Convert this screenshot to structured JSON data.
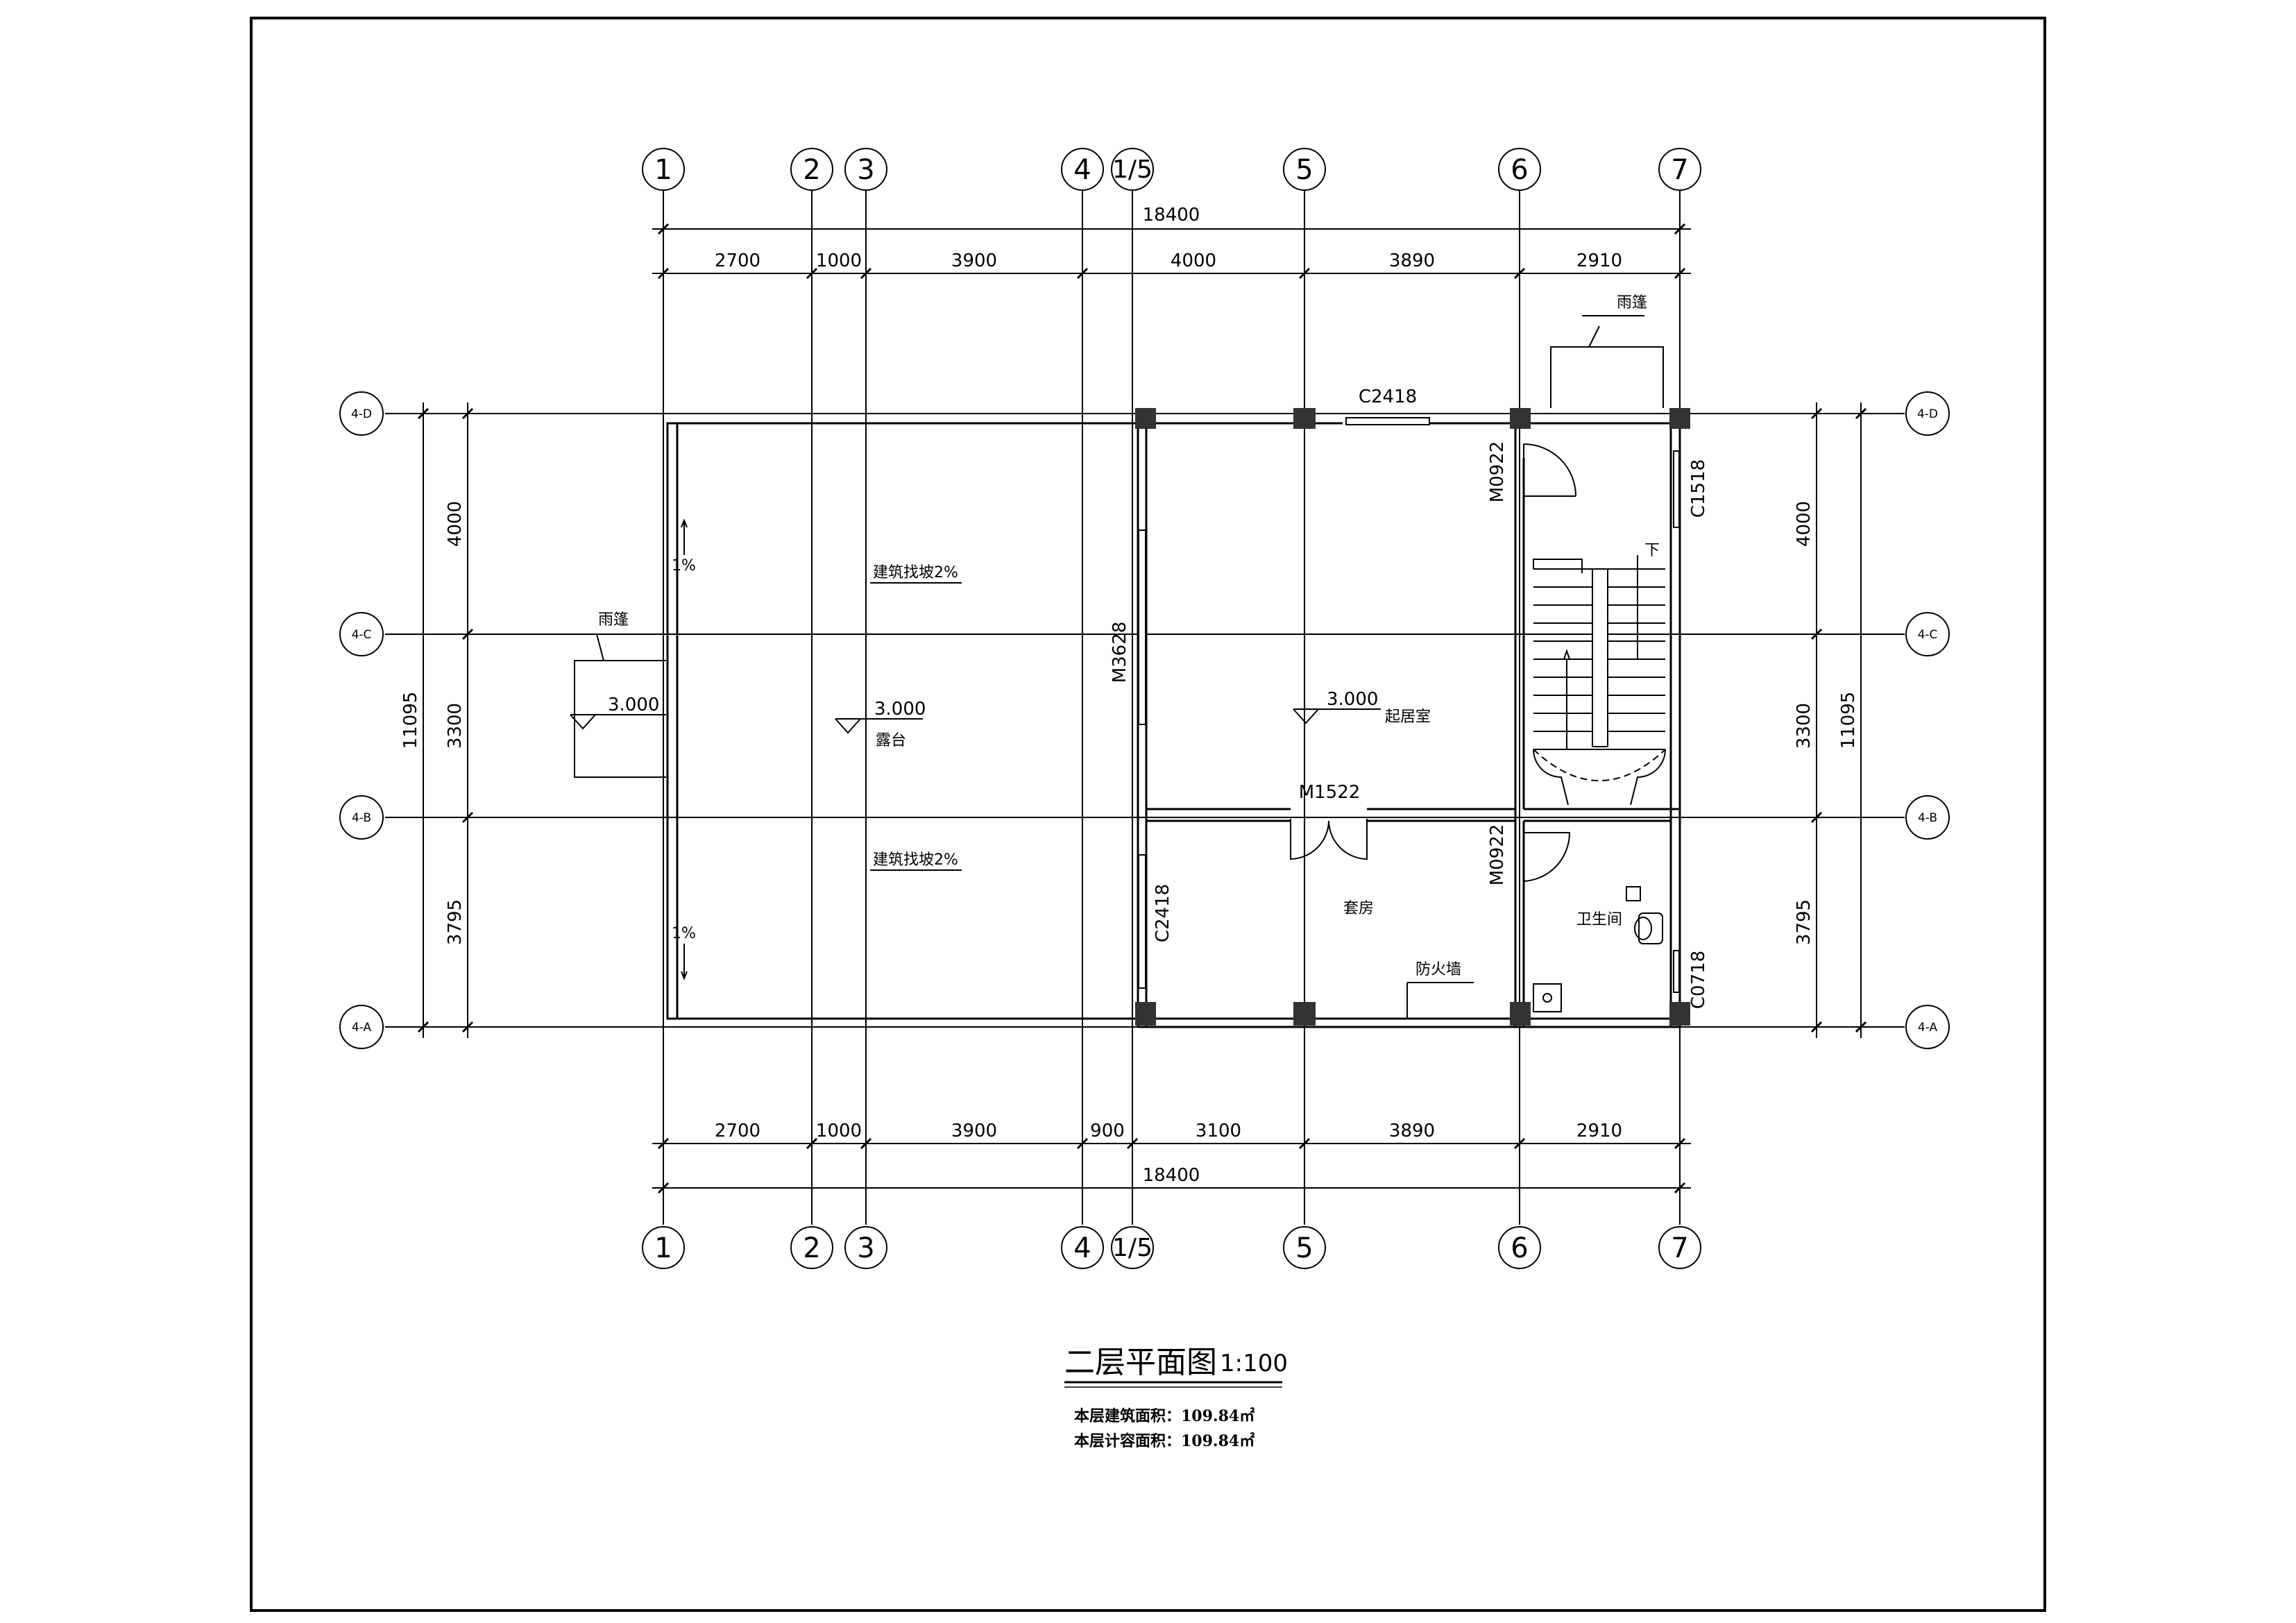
{
  "title": "二层平面图",
  "scale": "1:100",
  "area_note": {
    "line1": "本层建筑面积：109.84㎡",
    "line2": "本层计容面积：109.84㎡"
  },
  "column_axes": [
    "1",
    "2",
    "3",
    "4",
    "1/5",
    "5",
    "6",
    "7"
  ],
  "row_axes": [
    "4-D",
    "4-C",
    "4-B",
    "4-A"
  ],
  "dims": {
    "top_total": "18400",
    "top_segments": [
      "2700",
      "1000",
      "3900",
      "4000",
      "3890",
      "2910"
    ],
    "bottom_segments": [
      "2700",
      "1000",
      "3900",
      "900",
      "3100",
      "3890",
      "2910"
    ],
    "bottom_total": "18400",
    "left_segments": [
      "4000",
      "3300",
      "3795"
    ],
    "left_total": "11095",
    "right_segments": [
      "4000",
      "3300",
      "3795"
    ],
    "right_total": "11095"
  },
  "rooms": {
    "living": "起居室",
    "bedroom": "套房",
    "bathroom": "卫生间",
    "terrace": "露台",
    "canopy_left": "雨篷",
    "canopy_top": "雨篷",
    "firewall": "防火墙",
    "stair_down": "下"
  },
  "slope_notes": [
    "建筑找坡2%",
    "建筑找坡2%",
    "1%",
    "1%"
  ],
  "elevations": {
    "canopy": "3.000",
    "terrace": "3.000",
    "living": "3.000"
  },
  "openings": {
    "window_top": "C2418",
    "window_left_bedroom": "C2418",
    "door_living_west": "M3628",
    "door_bedroom": "M1522",
    "door_stair": "M0922",
    "door_bath": "M0922",
    "window_stair": "C1518",
    "window_bath": "C0718"
  }
}
